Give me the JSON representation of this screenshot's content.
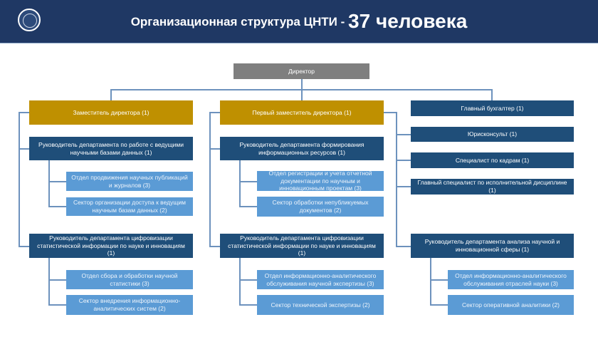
{
  "header": {
    "title": "Организационная структура ЦНТИ -",
    "title_count": "37 человека",
    "logo": "cnti-logo"
  },
  "director": "Директор",
  "col1": {
    "deputy": "Заместитель директора (1)",
    "dept1": "Руководитель департамента по работе с ведущими научными базами данных (1)",
    "dept1_subs": [
      "Отдел продвижения научных публикаций и журналов (3)",
      "Сектор организации доступа к ведущим научным базам данных (2)"
    ],
    "dept2": "Руководитель департамента цифровизации статистической информации по науке и инновациям (1)",
    "dept2_subs": [
      "Отдел сбора и обработки научной статистики (3)",
      "Сектор внедрения информационно-аналитических систем (2)"
    ]
  },
  "col2": {
    "deputy": "Первый заместитель директора (1)",
    "dept1": "Руководитель департамента формирования информационных ресурсов (1)",
    "dept1_subs": [
      "Отдел регистрации и учета отчетной документации по научным и инновационным проектам (3)",
      "Сектор обработки непубликуемых документов (2)"
    ],
    "dept2": "Руководитель департамента цифровизации статистической информации по науке и инновациям (1)",
    "dept2_subs": [
      "Отдел информационно-аналитического обслуживания научной экспертизы (3)",
      "Сектор технической экспертизы (2)"
    ]
  },
  "col3": {
    "staff": [
      "Главный бухгалтер (1)",
      "Юрисконсульт (1)",
      "Специалист по кадрам (1)",
      "Главный специалист по исполнительной дисциплине (1)"
    ],
    "dept": "Руководитель департамента анализа научной и инновационной сферы (1)",
    "dept_subs": [
      "Отдел информационно-аналитического обслуживания отраслей науки (3)",
      "Сектор оперативной аналитики (2)"
    ]
  }
}
